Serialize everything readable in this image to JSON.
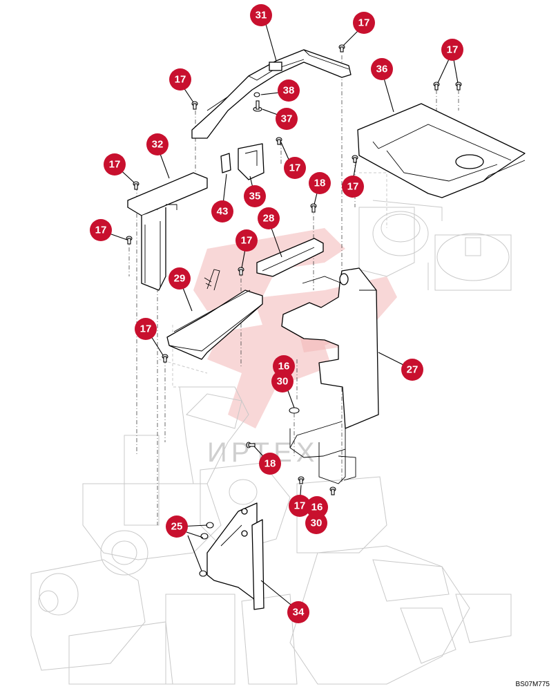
{
  "diagram": {
    "figure_code": "BS07M775",
    "watermark_text": "ИРТЕХ",
    "callouts": [
      {
        "id": "c31",
        "label": "31"
      },
      {
        "id": "c17a",
        "label": "17"
      },
      {
        "id": "c36",
        "label": "36"
      },
      {
        "id": "c17b",
        "label": "17"
      },
      {
        "id": "c17c",
        "label": "17"
      },
      {
        "id": "c38",
        "label": "38"
      },
      {
        "id": "c37",
        "label": "37"
      },
      {
        "id": "c32",
        "label": "32"
      },
      {
        "id": "c17d",
        "label": "17"
      },
      {
        "id": "c17e",
        "label": "17"
      },
      {
        "id": "c17f",
        "label": "17"
      },
      {
        "id": "c18a",
        "label": "18"
      },
      {
        "id": "c35",
        "label": "35"
      },
      {
        "id": "c43",
        "label": "43"
      },
      {
        "id": "c28",
        "label": "28"
      },
      {
        "id": "c17g",
        "label": "17"
      },
      {
        "id": "c17h",
        "label": "17"
      },
      {
        "id": "c29",
        "label": "29"
      },
      {
        "id": "c17i",
        "label": "17"
      },
      {
        "id": "c27",
        "label": "27"
      },
      {
        "id": "c16a",
        "label": "16"
      },
      {
        "id": "c30a",
        "label": "30"
      },
      {
        "id": "c18b",
        "label": "18"
      },
      {
        "id": "c17j",
        "label": "17"
      },
      {
        "id": "c16b",
        "label": "16"
      },
      {
        "id": "c30b",
        "label": "30"
      },
      {
        "id": "c25",
        "label": "25"
      },
      {
        "id": "c34",
        "label": "34"
      }
    ]
  }
}
